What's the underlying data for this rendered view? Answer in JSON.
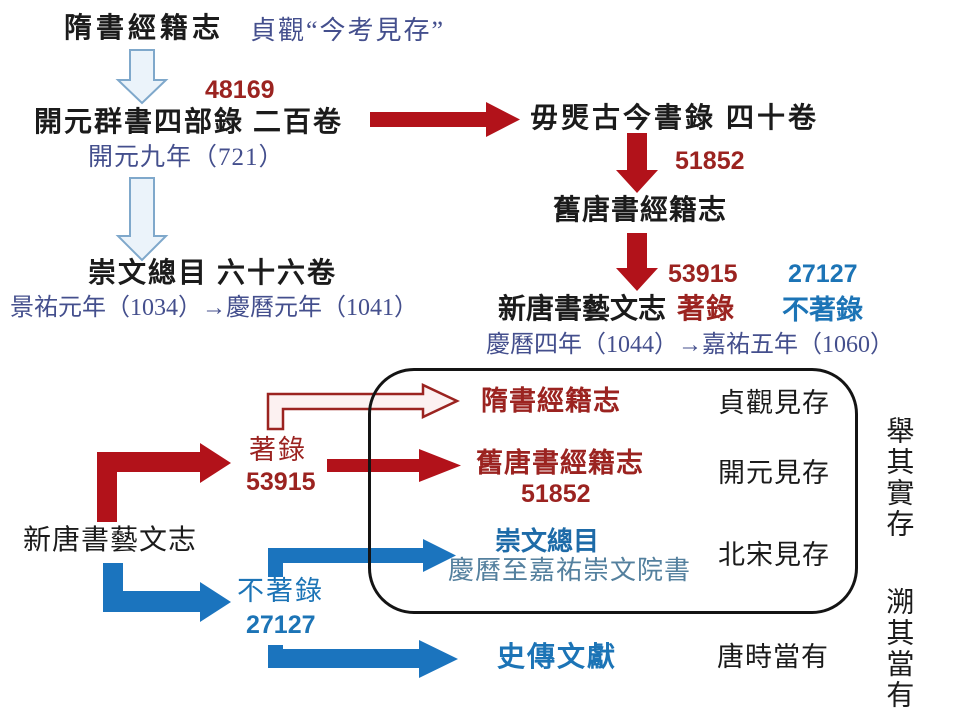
{
  "colors": {
    "black_text": "#1b1b1b",
    "red_text": "#9B2320",
    "red_arrow": "#B2121A",
    "blue_text": "#1C74B6",
    "blue_arrow": "#1B74BE",
    "blue_box_title": "#1E6BA8",
    "slate_text": "#444F8D",
    "steel_text": "#54809E",
    "hollow_blue_fill": "#EBF3FA",
    "hollow_blue_stroke": "#7FA8CB",
    "hollow_red_fill": "#FCF1F1"
  },
  "top": {
    "sui_title": "隋書經籍志",
    "sui_note": "貞觀“今考見存”",
    "count_48169": "48169",
    "kaiyuan_catalog": "開元群書四部錄 二百卷",
    "kaiyuan_date": "開元九年（721）",
    "gujin_catalog": "毋煚古今書錄 四十卷",
    "count_51852": "51852",
    "jiutangshu": "舊唐書經籍志",
    "count_53915": "53915",
    "count_27127": "27127",
    "xintangshu": "新唐書藝文志",
    "zhulu": "著錄",
    "buzhulu": "不著錄",
    "xintangshu_dates": "慶曆四年（1044）→嘉祐五年（1060）",
    "chongwen_catalog": "崇文總目 六十六卷",
    "chongwen_dates": "景祐元年（1034）→慶曆元年（1041）"
  },
  "bottom": {
    "xintangshu": "新唐書藝文志",
    "zhulu": "著錄",
    "zhulu_count": "53915",
    "buzhulu": "不著錄",
    "buzhulu_count": "27127",
    "box_rows": [
      {
        "title": "隋書經籍志",
        "status": "貞觀見存"
      },
      {
        "title": "舊唐書經籍志",
        "subtitle": "51852",
        "status": "開元見存"
      },
      {
        "title": "崇文總目",
        "subtitle": "慶曆至嘉祐崇文院書",
        "status": "北宋見存"
      }
    ],
    "shizhuan": "史傳文獻",
    "shizhuan_status": "唐時當有",
    "vertical_right_top": "舉其實存",
    "vertical_right_bottom": "溯其當有"
  }
}
